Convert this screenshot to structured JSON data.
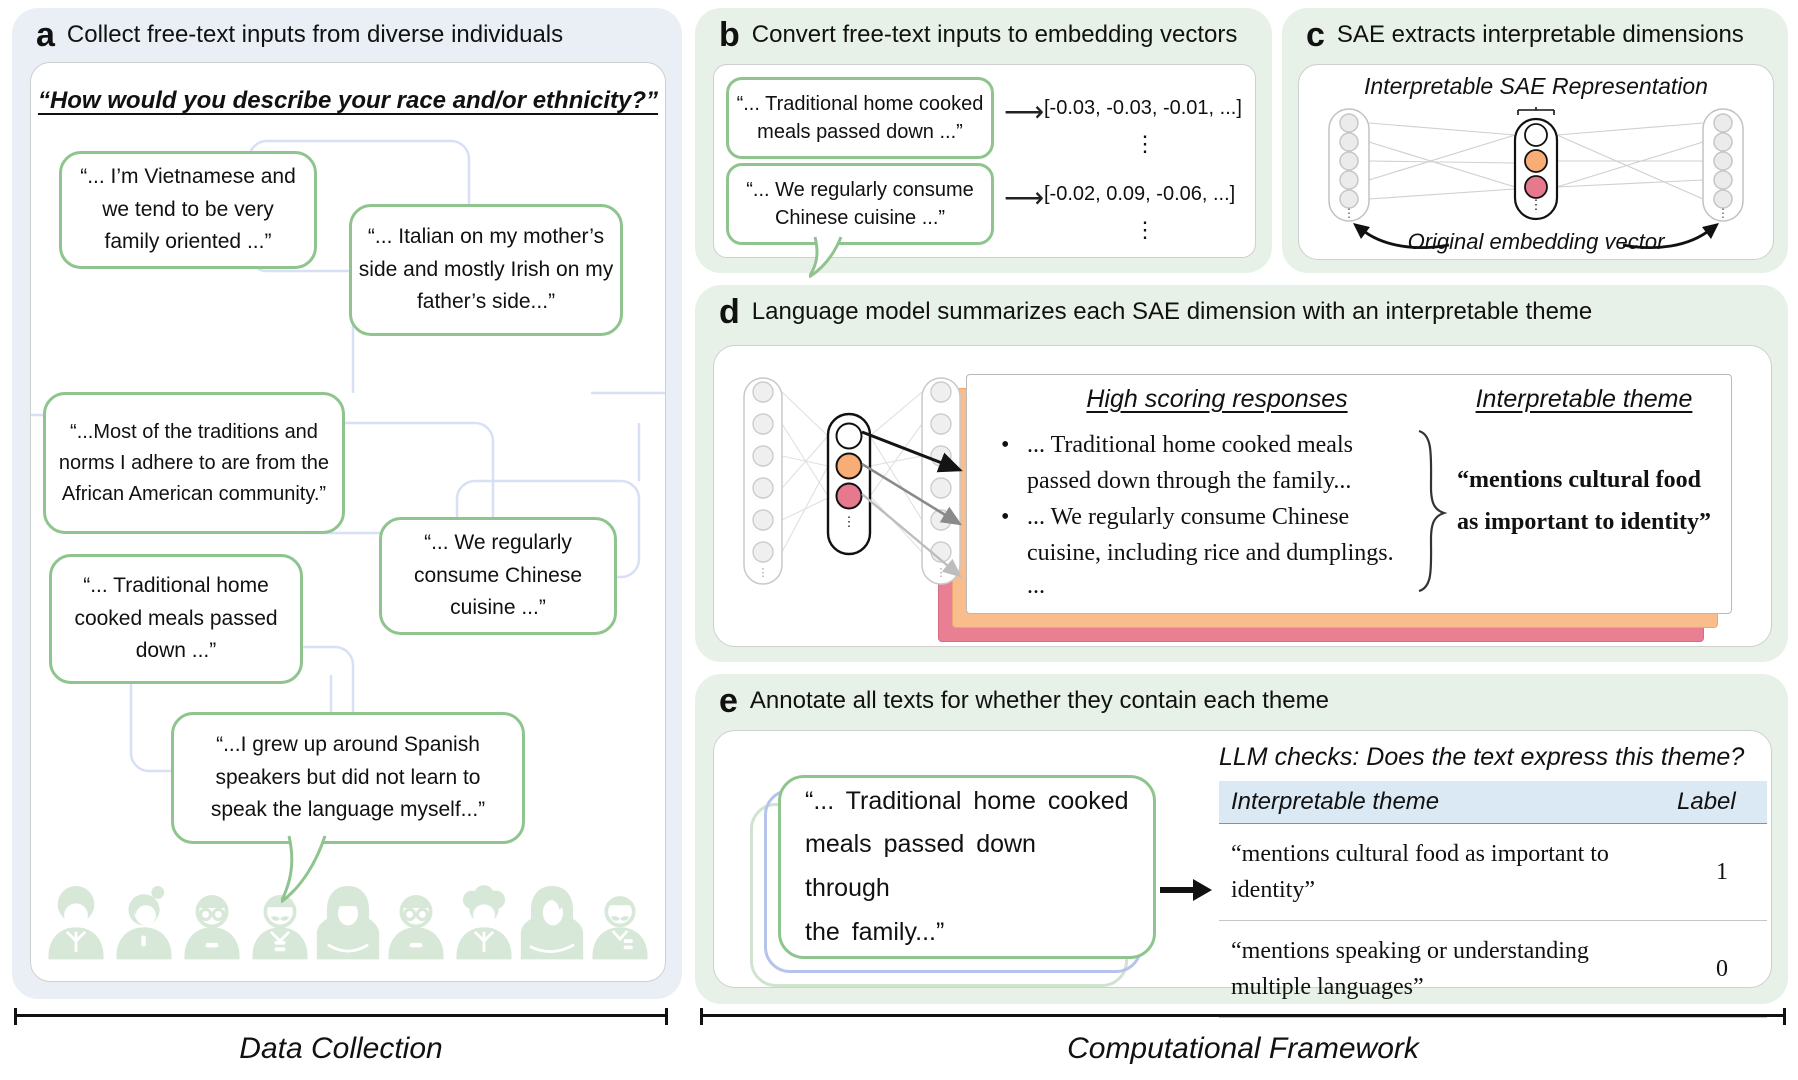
{
  "colors": {
    "panel_a_bg": "#e9eff5",
    "panel_green_bg": "#e7f1e7",
    "bubble_green_border": "#8fc48f",
    "decor_blue": "#d8e0f5",
    "people_green": "#d8e8d8",
    "node_orange": "#f8ad76",
    "node_pink": "#e7798f",
    "card_orange": "#f9bd8d",
    "card_pink": "#e87f93",
    "table_header_bg": "#dbeaf4",
    "stack_outline_blue": "#b6c4ec",
    "stack_outline_green": "#cfe3cf"
  },
  "a": {
    "letter": "a",
    "title": "Collect free-text inputs from diverse individuals",
    "question": "“How would you describe your race and/or ethnicity?”",
    "bubbles": [
      "“... I’m Vietnamese and\nwe tend to be very\nfamily oriented ...”",
      "“... Italian on my mother’s\nside and mostly Irish on my\nfather’s side...”",
      "“...Most of the traditions and\nnorms I adhere to are from the\nAfrican American community.”",
      "“... Traditional home\ncooked meals passed\ndown ...”",
      "“... We regularly\nconsume Chinese\ncuisine ...”",
      "“...I grew up around Spanish\nspeakers but did not learn to\nspeak the language myself...”"
    ],
    "people_icons": [
      "person-afro",
      "person-bun-hair",
      "person-glasses",
      "person-mustache",
      "person-hijab",
      "person-glasses-2",
      "person-curly-hair",
      "person-hijab-2",
      "person-mustache-2"
    ],
    "bracket_label": "Data Collection"
  },
  "b": {
    "letter": "b",
    "title": "Convert free-text inputs to embedding vectors",
    "arrow_glyph": "⟶",
    "ellipsis_glyph": "⋮",
    "rows": [
      {
        "quote": "“... Traditional home cooked\nmeals passed down ...”",
        "vector": "[-0.03, -0.03, -0.01, ...]"
      },
      {
        "quote": "“... We regularly consume\nChinese cuisine ...”",
        "vector": "[-0.02, 0.09, -0.06, ...]"
      }
    ]
  },
  "c": {
    "letter": "c",
    "title": "SAE extracts interpretable dimensions",
    "top_label": "Interpretable SAE Representation",
    "bottom_label": "Original embedding vector",
    "ellipsis_glyph": "⋮"
  },
  "d": {
    "letter": "d",
    "title": "Language model summarizes each SAE dimension with an interpretable theme",
    "responses_header": "High scoring responses",
    "theme_header": "Interpretable theme",
    "bullet_glyph": "•",
    "bullets": [
      "... Traditional home cooked meals\npassed down through the family...",
      "... We regularly consume Chinese\ncuisine, including rice and dumplings."
    ],
    "more": "...",
    "theme": "“mentions cultural food\nas important to identity”",
    "ellipsis_glyph": "⋮"
  },
  "e": {
    "letter": "e",
    "title": "Annotate all texts for whether they contain each theme",
    "bubble": "“... Traditional home cooked\nmeals passed down through\nthe family...”",
    "caption": "LLM checks: Does the text express this theme?",
    "table": {
      "theme_header": "Interpretable theme",
      "label_header": "Label",
      "rows": [
        {
          "theme": "“mentions cultural food as important to\nidentity”",
          "label": "1"
        },
        {
          "theme": "“mentions speaking or understanding\nmultiple languages”",
          "label": "0"
        }
      ]
    },
    "bracket_label": "Computational Framework"
  }
}
